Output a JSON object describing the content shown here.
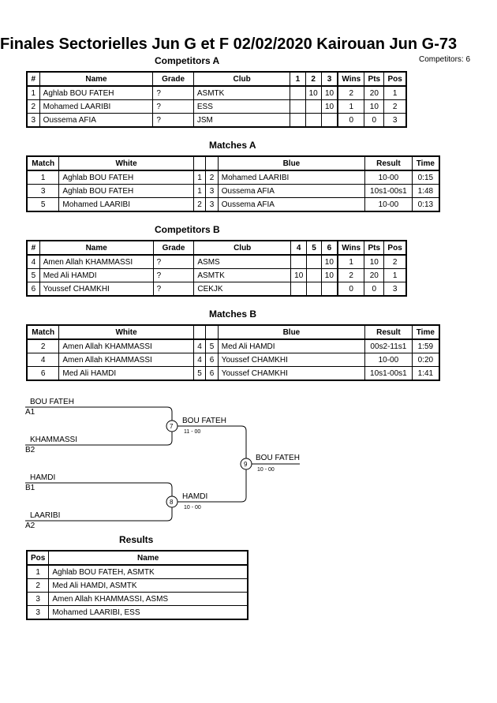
{
  "title": "Finales Sectorielles Jun G et F  02/02/2020  Kairouan   Jun G-73",
  "competitors_count": "Competitors: 6",
  "pool_a": {
    "competitors_title": "Competitors A",
    "headers": [
      "#",
      "Name",
      "Grade",
      "Club",
      "1",
      "2",
      "3",
      "Wins",
      "Pts",
      "Pos"
    ],
    "rows": [
      [
        "1",
        "Aghlab BOU FATEH",
        "?",
        "ASMTK",
        "",
        "10",
        "10",
        "2",
        "20",
        "1"
      ],
      [
        "2",
        "Mohamed LAARIBI",
        "?",
        "ESS",
        "",
        "",
        "10",
        "1",
        "10",
        "2"
      ],
      [
        "3",
        "Oussema AFIA",
        "?",
        "JSM",
        "",
        "",
        "",
        "0",
        "0",
        "3"
      ]
    ],
    "matches_title": "Matches A",
    "match_headers": [
      "Match",
      "White",
      "",
      "",
      "Blue",
      "Result",
      "Time"
    ],
    "matches": [
      [
        "1",
        "Aghlab BOU FATEH",
        "1",
        "2",
        "Mohamed LAARIBI",
        "10-00",
        "0:15"
      ],
      [
        "3",
        "Aghlab BOU FATEH",
        "1",
        "3",
        "Oussema AFIA",
        "10s1-00s1",
        "1:48"
      ],
      [
        "5",
        "Mohamed LAARIBI",
        "2",
        "3",
        "Oussema AFIA",
        "10-00",
        "0:13"
      ]
    ]
  },
  "pool_b": {
    "competitors_title": "Competitors B",
    "headers": [
      "#",
      "Name",
      "Grade",
      "Club",
      "4",
      "5",
      "6",
      "Wins",
      "Pts",
      "Pos"
    ],
    "rows": [
      [
        "4",
        "Amen Allah KHAMMASSI",
        "?",
        "ASMS",
        "",
        "",
        "10",
        "1",
        "10",
        "2"
      ],
      [
        "5",
        "Med Ali HAMDI",
        "?",
        "ASMTK",
        "10",
        "",
        "10",
        "2",
        "20",
        "1"
      ],
      [
        "6",
        "Youssef CHAMKHI",
        "?",
        "CEKJK",
        "",
        "",
        "",
        "0",
        "0",
        "3"
      ]
    ],
    "matches_title": "Matches B",
    "match_headers": [
      "Match",
      "White",
      "",
      "",
      "Blue",
      "Result",
      "Time"
    ],
    "matches": [
      [
        "2",
        "Amen Allah KHAMMASSI",
        "4",
        "5",
        "Med Ali HAMDI",
        "00s2-11s1",
        "1:59"
      ],
      [
        "4",
        "Amen Allah KHAMMASSI",
        "4",
        "6",
        "Youssef CHAMKHI",
        "10-00",
        "0:20"
      ],
      [
        "6",
        "Med Ali HAMDI",
        "5",
        "6",
        "Youssef CHAMKHI",
        "10s1-00s1",
        "1:41"
      ]
    ]
  },
  "bracket": {
    "slots": [
      {
        "name": "BOU FATEH",
        "seed": "A1"
      },
      {
        "name": "KHAMMASSI",
        "seed": "B2"
      },
      {
        "name": "HAMDI",
        "seed": "B1"
      },
      {
        "name": "LAARIBI",
        "seed": "A2"
      }
    ],
    "semis": [
      {
        "match": "7",
        "winner": "BOU FATEH",
        "score": "11 - 00"
      },
      {
        "match": "8",
        "winner": "HAMDI",
        "score": "10 - 00"
      }
    ],
    "final": {
      "match": "9",
      "winner": "BOU FATEH",
      "score": "10 - 00"
    }
  },
  "results": {
    "title": "Results",
    "headers": [
      "Pos",
      "Name"
    ],
    "rows": [
      [
        "1",
        "Aghlab BOU FATEH, ASMTK"
      ],
      [
        "2",
        "Med Ali HAMDI, ASMTK"
      ],
      [
        "3",
        "Amen Allah KHAMMASSI, ASMS"
      ],
      [
        "3",
        "Mohamed LAARIBI, ESS"
      ]
    ]
  }
}
